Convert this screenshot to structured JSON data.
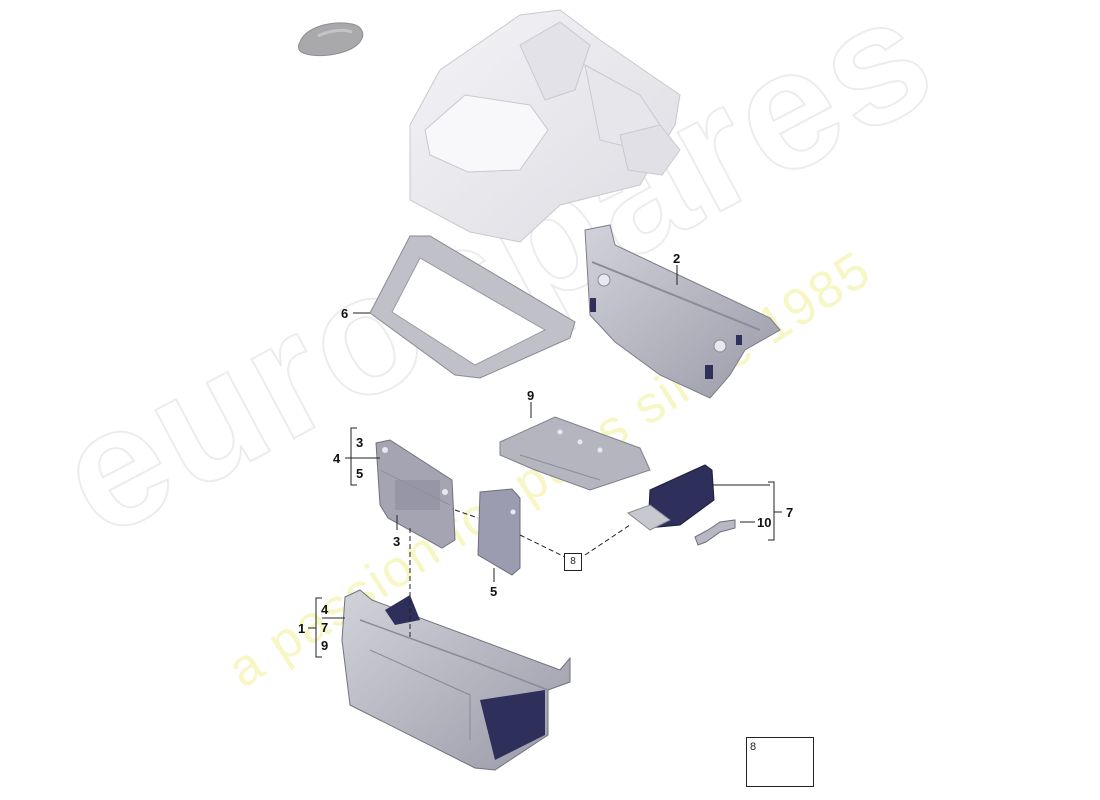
{
  "diagram": {
    "type": "exploded-parts-diagram",
    "subject": "Body structure: rear floor / center tunnel assembly",
    "callouts": [
      {
        "id": "1",
        "label": "1",
        "bracket_items": [
          "4",
          "7",
          "9"
        ]
      },
      {
        "id": "2",
        "label": "2"
      },
      {
        "id": "3a",
        "label": "3"
      },
      {
        "id": "4",
        "label": "4",
        "bracket_items": [
          "3",
          "5"
        ]
      },
      {
        "id": "5",
        "label": "5"
      },
      {
        "id": "6",
        "label": "6"
      },
      {
        "id": "7",
        "label": "7",
        "bracket_items": [
          "10"
        ]
      },
      {
        "id": "9",
        "label": "9"
      },
      {
        "id": "10",
        "label": "10"
      }
    ],
    "bracket_1": {
      "main": "1",
      "items": [
        "4",
        "7",
        "9"
      ]
    },
    "bracket_4": {
      "main": "4",
      "items": [
        "3",
        "5"
      ]
    },
    "bracket_7": {
      "main": "7",
      "item": "10"
    },
    "labels": {
      "l2": "2",
      "l3": "3",
      "l5": "5",
      "l6": "6",
      "l9": "9",
      "l10": "10"
    },
    "reference_box": {
      "label": "8"
    },
    "legend": {
      "label": "8",
      "icon": "sealing-pad-icon"
    }
  },
  "watermark": {
    "logo": "eurospares",
    "tagline": "a passion for parts since 1985",
    "tagline_color": "#f3f0a0"
  },
  "colors": {
    "part_fill": "#b8b8c4",
    "part_dark": "#2e2f5a",
    "context_fill": "#ececf0",
    "leader_line": "#222222"
  }
}
